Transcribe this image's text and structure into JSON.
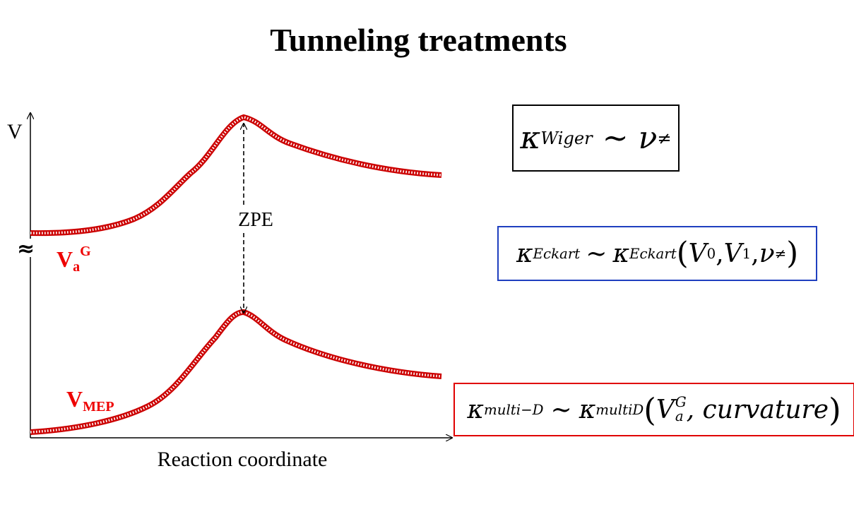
{
  "title": "Tunneling treatments",
  "axes": {
    "y_label": "V",
    "x_label": "Reaction coordinate",
    "break_symbol": "≈"
  },
  "curves": {
    "upper_label_main": "V",
    "upper_label_sub": "a",
    "upper_label_sup": "G",
    "lower_label_main": "V",
    "lower_label_sub": "MEP",
    "zpe_label": "ZPE"
  },
  "formulas": {
    "wigner": {
      "symbol": "κ",
      "sub": "Wiger",
      "rel": "~",
      "nu": "ν",
      "sup": "≠"
    },
    "eckart": {
      "symbol": "κ",
      "sub": "Eckart",
      "rel": "~",
      "symbol2": "κ",
      "sub2": "Eckart",
      "open": "(",
      "v0": "V",
      "v0_sub": "0",
      "comma1": ",",
      "v1": "V",
      "v1_sub": "1",
      "comma2": ",",
      "nu": "ν",
      "sup": "≠",
      "close": ")"
    },
    "multid": {
      "symbol": "κ",
      "sub": "multi−D",
      "rel": "~",
      "symbol2": "κ",
      "sub2": "multiD",
      "open": "(",
      "va": "V",
      "va_sub": "a",
      "va_sup": "G",
      "rest": ", curvature",
      "close": ")"
    }
  },
  "colors": {
    "curve": "#cc0000",
    "curve_label": "#ee0000",
    "wigner_border": "#000000",
    "eckart_border": "#1f3fbf",
    "multid_border": "#e00000"
  }
}
